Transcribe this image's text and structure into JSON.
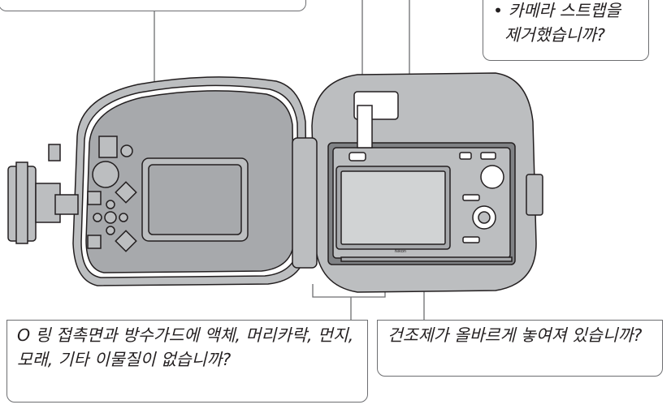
{
  "callouts": {
    "top_right": {
      "line1_partial": "• 카메라 스트랩을",
      "line2": "제거했습니까?"
    },
    "bottom_left": {
      "text": "O 링 접촉면과 방수가드에 액체, 머리카락, 먼지, 모래, 기타 이물질이 없습니까?"
    },
    "bottom_right": {
      "text": "건조제가 올바르게 놓여져 있습니까?"
    }
  },
  "camera": {
    "brand_mark": "Nikon"
  },
  "colors": {
    "line": "#6d6e71",
    "housing_fill": "#bcbec0",
    "housing_dark": "#808285",
    "screen": "#d1d3d4"
  }
}
